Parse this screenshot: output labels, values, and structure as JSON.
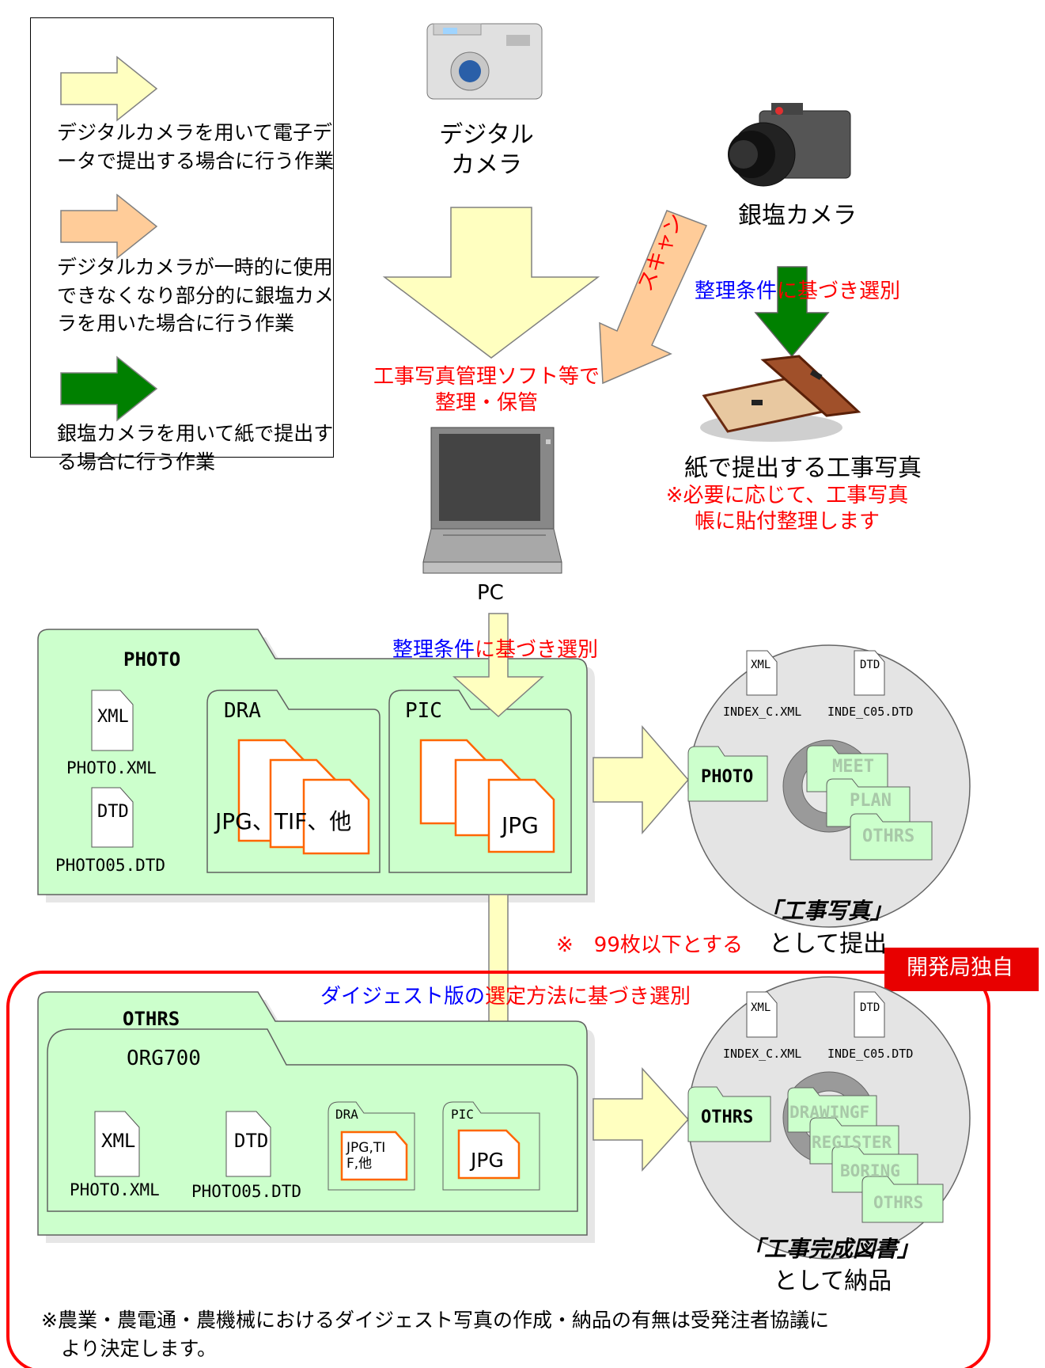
{
  "legend": {
    "item1": "デジタルカメラを用いて電子デ\nータで提出する場合に行う作業",
    "item2": "デジタルカメラが一時的に使用\nできなくなり部分的に銀塩カメ\nラを用いた場合に行う作業",
    "item3": "銀塩カメラを用いて紙で提出す\nる場合に行う作業",
    "colors": {
      "digital": "#ffffc0",
      "partial": "#ffcc99",
      "film": "#008000"
    }
  },
  "top": {
    "digital_camera_label": "デジタル\nカメラ",
    "film_camera_label": "銀塩カメラ",
    "scan_label": "スキャン",
    "select_prefix": "整理条件",
    "select_suffix": "に基づき選別",
    "manage_label": "工事写真管理ソフト等で\n整理・保管",
    "pc_label": "PC",
    "paper_title": "紙で提出する工事写真",
    "paper_note": "※必要に応じて、工事写真\n帳に貼付整理します"
  },
  "middle": {
    "select_prefix": "整理条件",
    "select_suffix": "に基づき選別",
    "photo_folder": "PHOTO",
    "photo_xml_icon": "XML",
    "photo_xml_name": "PHOTO.XML",
    "photo_dtd_icon": "DTD",
    "photo_dtd_name": "PHOTO05.DTD",
    "dra_folder": "DRA",
    "dra_files": "JPG、TIF、他",
    "pic_folder": "PIC",
    "pic_files": "JPG",
    "disc": {
      "xml_icon": "XML",
      "dtd_icon": "DTD",
      "xml_name": "INDEX_C.XML",
      "dtd_name": "INDE_C05.DTD",
      "main_folder": "PHOTO",
      "sub_folders": [
        "MEET",
        "PLAN",
        "OTHRS"
      ]
    },
    "submit_title": "「工事写真」",
    "submit_sub": "として提出",
    "limit_note": "※　99枚以下とする"
  },
  "bottom": {
    "badge": "開発局独自",
    "digest_prefix": "ダイジェスト版の",
    "digest_suffix": "選定方法に基づき選別",
    "othrs_folder": "OTHRS",
    "org_folder": "ORG700",
    "xml_icon": "XML",
    "xml_name": "PHOTO.XML",
    "dtd_icon": "DTD",
    "dtd_name": "PHOTO05.DTD",
    "dra_folder": "DRA",
    "dra_files": "JPG,TI\nF,他",
    "pic_folder": "PIC",
    "pic_files": "JPG",
    "disc": {
      "xml_icon": "XML",
      "dtd_icon": "DTD",
      "xml_name": "INDEX_C.XML",
      "dtd_name": "INDE_C05.DTD",
      "main_folder": "OTHRS",
      "sub_folders": [
        "DRAWINGF",
        "REGISTER",
        "BORING",
        "OTHRS"
      ]
    },
    "delivery_title": "「工事完成図書」",
    "delivery_sub": "として納品",
    "footnote": "※農業・農電通・農機械におけるダイジェスト写真の作成・納品の有無は受発注者協議に\n　より決定します。"
  }
}
